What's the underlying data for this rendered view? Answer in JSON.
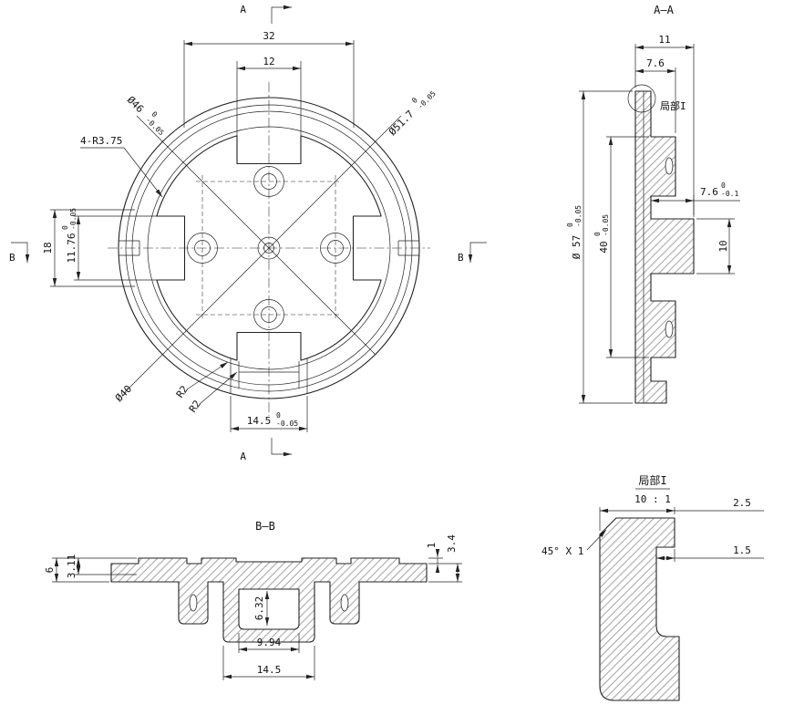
{
  "front_view": {
    "section_label_top": "A",
    "section_label_bottom": "A",
    "section_label_left": "B",
    "section_label_right": "B",
    "dim_32": "32",
    "dim_12": "12",
    "dia_46": {
      "value": "Ø46",
      "tol_upper": "0",
      "tol_lower": "-0.05"
    },
    "dia_51_7": {
      "value": "Ø51.7",
      "tol_upper": "0",
      "tol_lower": "-0.05"
    },
    "lobe_radius_note": "4-R3.75",
    "dim_18": "18",
    "dim_11_76": {
      "value": "11.76",
      "tol_upper": "0",
      "tol_lower": "-0.05"
    },
    "dia_40": "Ø40",
    "fillet_r2_a": "R2",
    "fillet_r2_b": "R2",
    "dim_14_5": {
      "value": "14.5",
      "tol_upper": "0",
      "tol_lower": "-0.05"
    }
  },
  "section_aa": {
    "title": "A—A",
    "dim_11": "11",
    "dim_7_6_top": "7.6",
    "detail_callout": "局部I",
    "dia_57": {
      "value": "Ø 57",
      "tol_upper": "0",
      "tol_lower": "-0.05"
    },
    "dim_40": {
      "value": "40",
      "tol_upper": "0",
      "tol_lower": "-0.05"
    },
    "dim_7_6_right": {
      "value": "7.6",
      "tol_upper": "0",
      "tol_lower": "-0.1"
    },
    "dim_10": "10"
  },
  "section_bb": {
    "title": "B—B",
    "dim_6": "6",
    "dim_3_11": "3.11",
    "dim_1": "1",
    "dim_3_4": "3.4",
    "dim_6_32": "6.32",
    "dim_9_94": "9.94",
    "dim_14_5": "14.5"
  },
  "detail_i": {
    "title": "局部I",
    "scale": "10 : 1",
    "dim_2_5": "2.5",
    "dim_1_5": "1.5",
    "chamfer_note": "45° X 1"
  }
}
